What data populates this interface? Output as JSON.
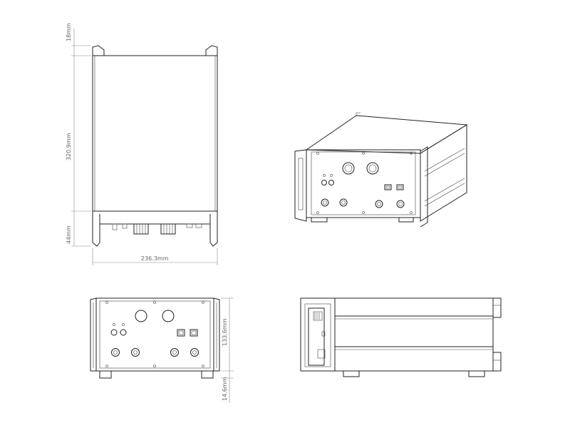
{
  "dimensions": {
    "top_clearance": "18mm",
    "depth": "320.9mm",
    "front_height": "44mm",
    "width": "236.3mm",
    "body_height": "133.6mm",
    "foot_height": "14.6mm"
  },
  "colors": {
    "line": "#222222",
    "dimension": "#888888",
    "text": "#666666",
    "background": "#ffffff"
  },
  "views": [
    "top-view",
    "isometric-view",
    "front-view",
    "side-view"
  ]
}
